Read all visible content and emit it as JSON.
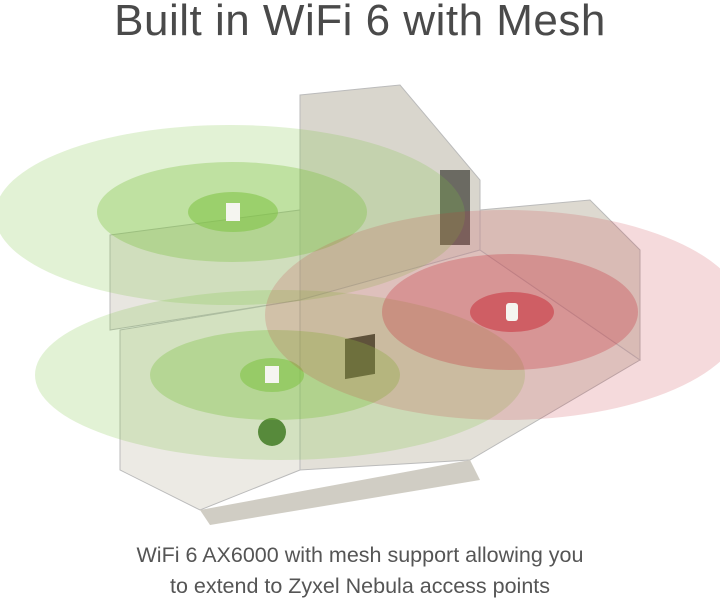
{
  "title": "Built in WiFi 6 with Mesh",
  "caption": {
    "line1": "WiFi 6 AX6000 with mesh support allowing you",
    "line2": "to extend to Zyxel Nebula access points"
  },
  "colors": {
    "green": "#7dc242",
    "red": "#c8323c",
    "text": "#4a4a4a"
  }
}
